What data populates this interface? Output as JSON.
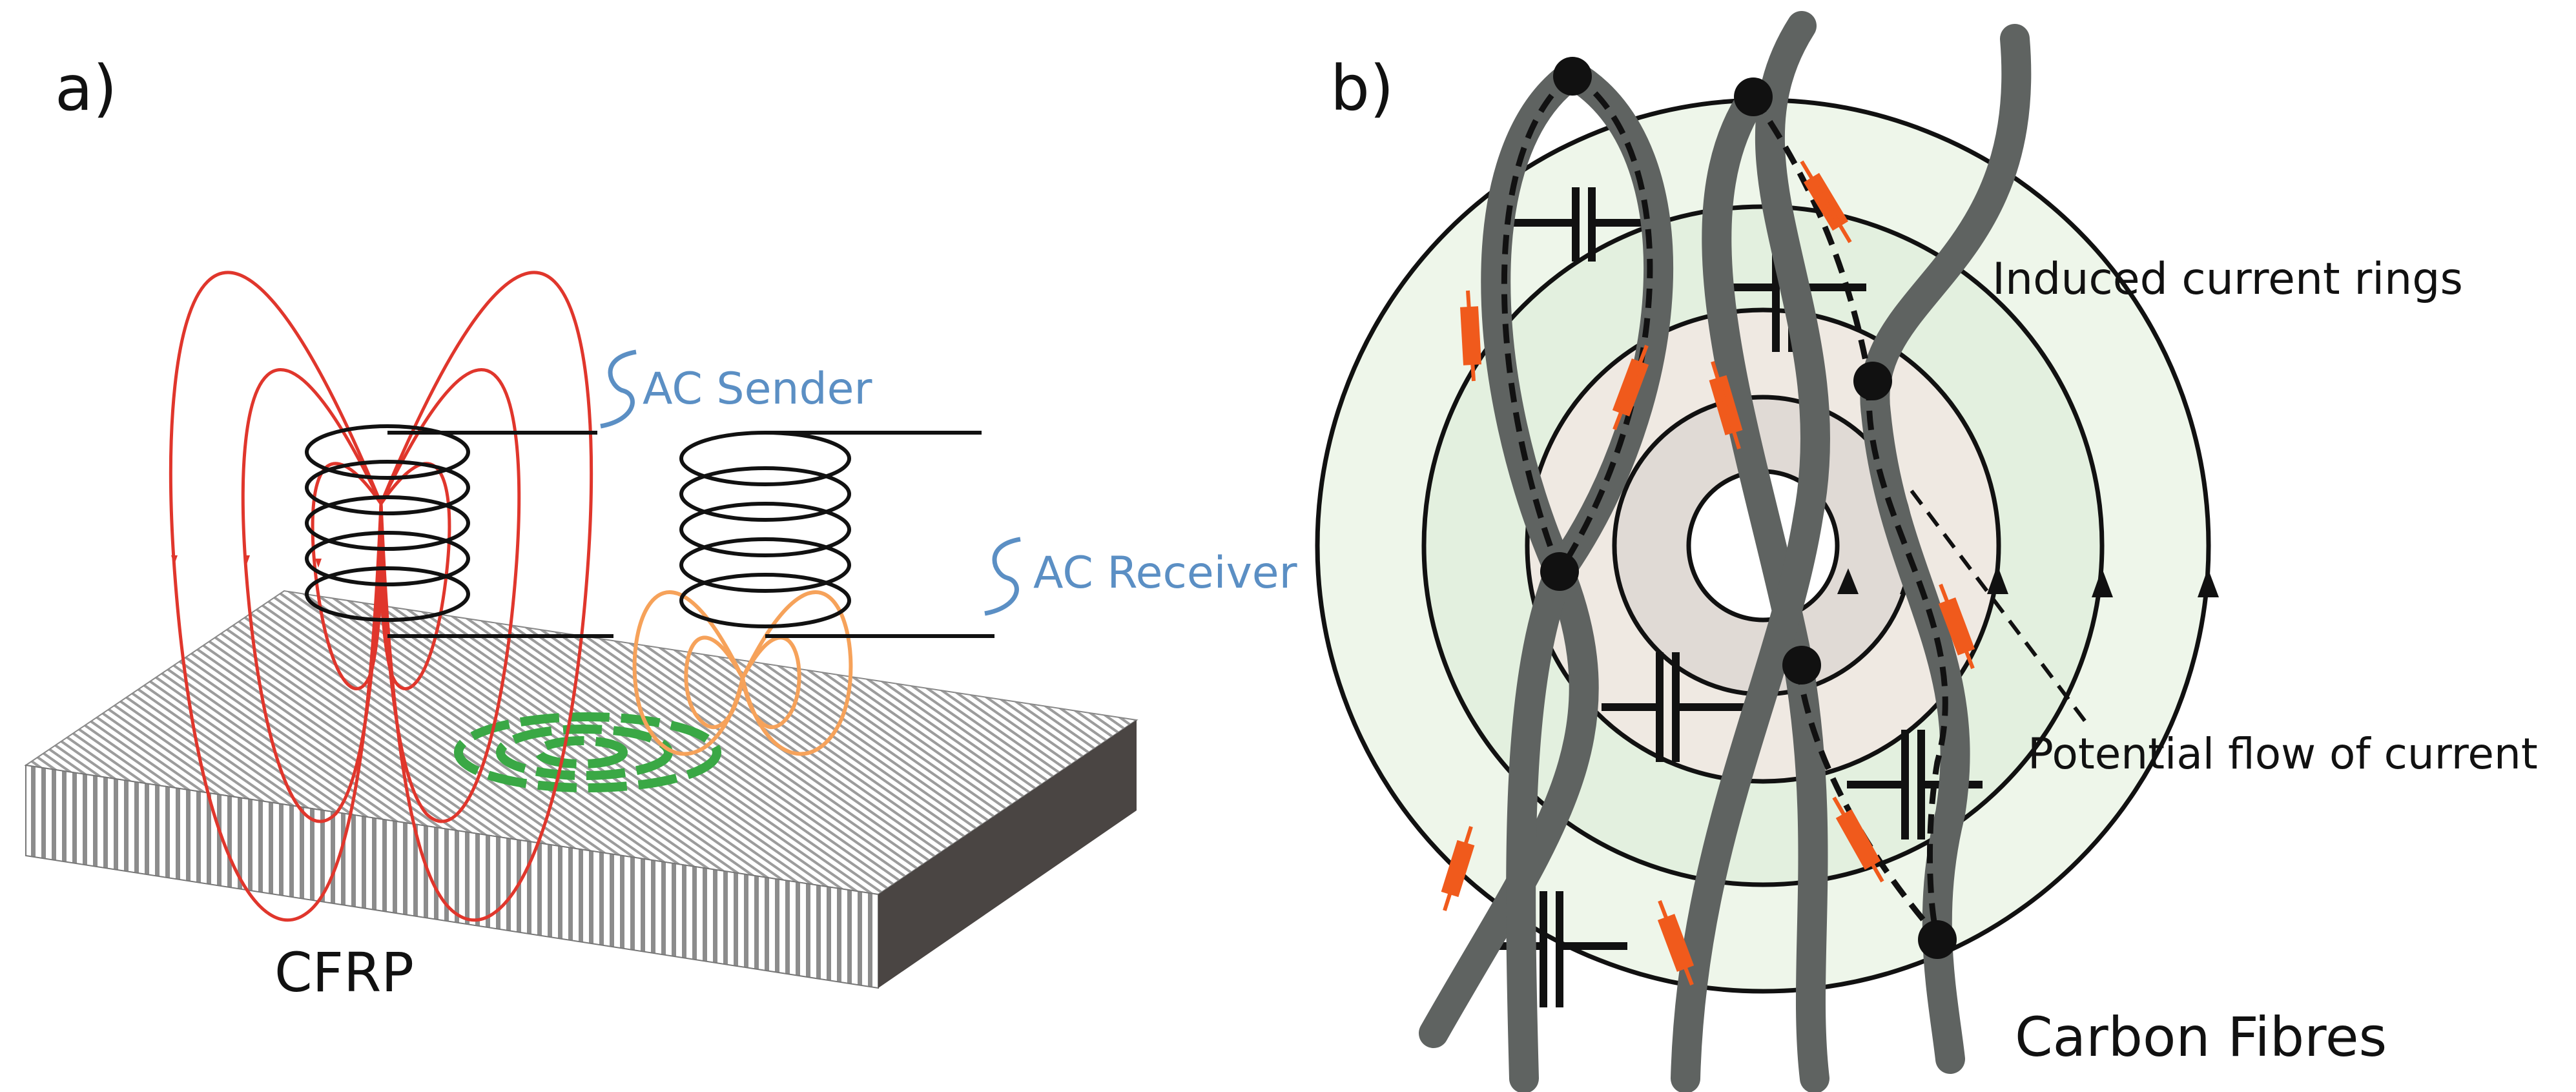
{
  "panel_a": {
    "label": "a)",
    "material_label": "CFRP",
    "sender_label": "AC Sender",
    "receiver_label": "AC Receiver"
  },
  "panel_b": {
    "label": "b)",
    "rings_label": "Induced current rings",
    "flow_label": "Potential flow of current",
    "fibres_label": "Carbon Fibres"
  },
  "colors": {
    "field_red": "#e0362c",
    "field_orange": "#f6a25a",
    "eddy_green": "#3aa845",
    "label_blue": "#5b8fc4",
    "fibre_grey": "#5f6361",
    "resistor_orange": "#f05a1c",
    "ring_fill_outer": "#eef6ea",
    "ring_fill_mid": "#e3f0df",
    "ring_fill_inner": "#efe9e2",
    "ring_fill_core": "#e0dad5",
    "plate_side": "#4a4543"
  }
}
